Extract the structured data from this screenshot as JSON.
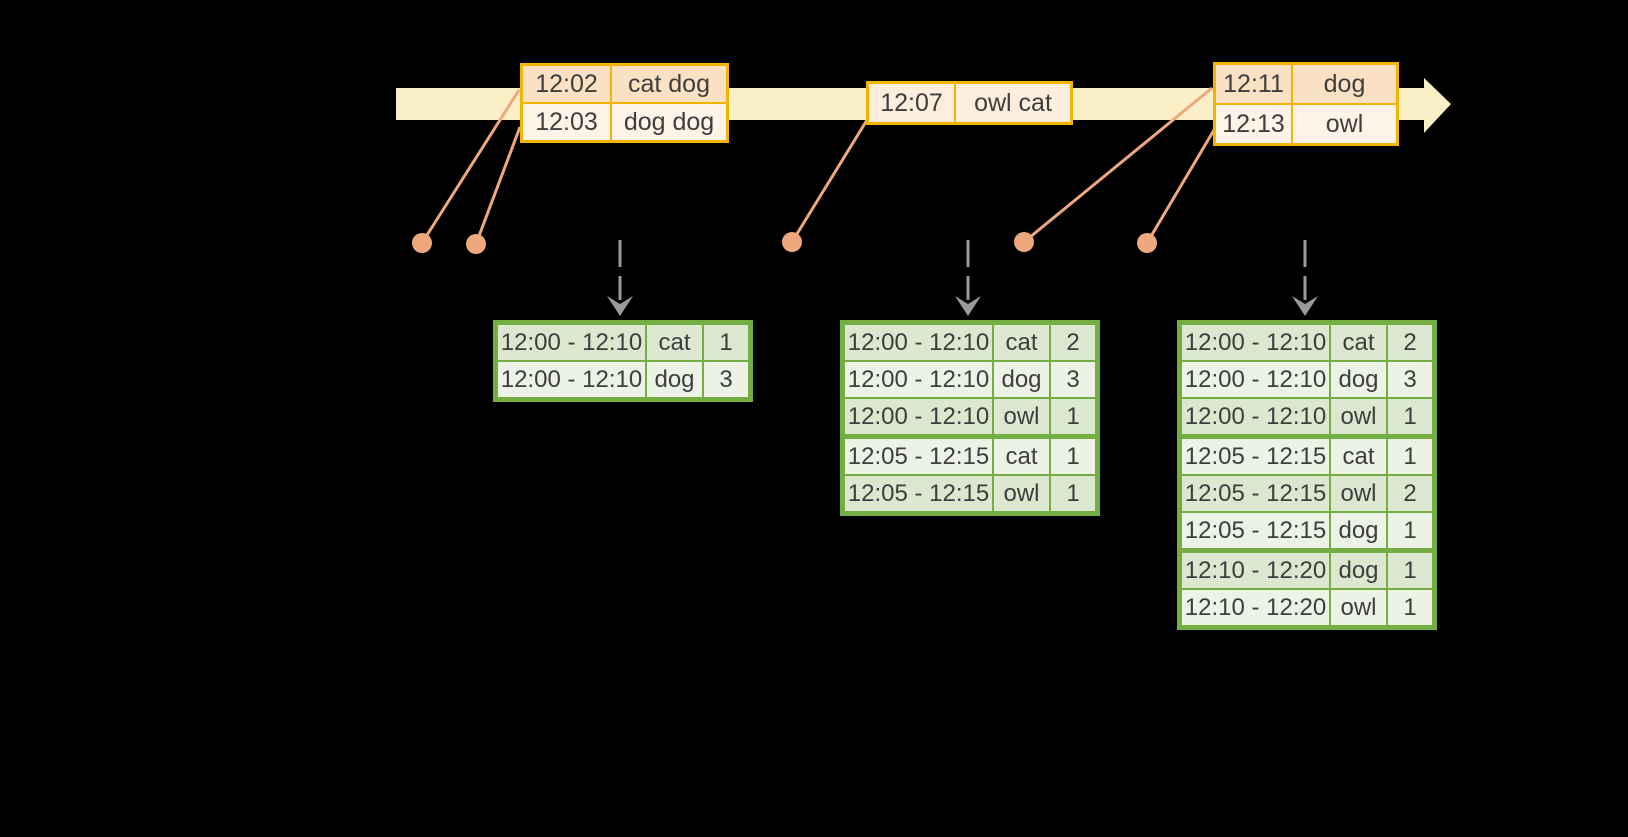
{
  "colors": {
    "bg": "#000000",
    "band": "#FBEFC7",
    "gold": "#F1B500",
    "peach-dark": "#FAE1C3",
    "peach-mid": "#FCEDDC",
    "peach-light": "#FDF3E7",
    "salmon": "#EFA87E",
    "green": "#74AE43",
    "green-dark": "#DCE7D0",
    "green-light": "#EDF2E7",
    "gray": "#9A9A9A",
    "text": "#3E3E3E"
  },
  "timeline": {
    "events": [
      {
        "rows": [
          {
            "time": "12:02",
            "words": "cat dog"
          },
          {
            "time": "12:03",
            "words": "dog dog"
          }
        ]
      },
      {
        "rows": [
          {
            "time": "12:07",
            "words": "owl cat"
          }
        ]
      },
      {
        "rows": [
          {
            "time": "12:11",
            "words": "dog"
          },
          {
            "time": "12:13",
            "words": "owl"
          }
        ]
      }
    ]
  },
  "result_tables": [
    {
      "rows": [
        {
          "window": "12:00 - 12:10",
          "word": "cat",
          "count": "1"
        },
        {
          "window": "12:00 - 12:10",
          "word": "dog",
          "count": "3"
        }
      ]
    },
    {
      "rows": [
        {
          "window": "12:00 - 12:10",
          "word": "cat",
          "count": "2"
        },
        {
          "window": "12:00 - 12:10",
          "word": "dog",
          "count": "3"
        },
        {
          "window": "12:00 - 12:10",
          "word": "owl",
          "count": "1"
        },
        {
          "window": "12:05 - 12:15",
          "word": "cat",
          "count": "1"
        },
        {
          "window": "12:05 - 12:15",
          "word": "owl",
          "count": "1"
        }
      ]
    },
    {
      "rows": [
        {
          "window": "12:00 - 12:10",
          "word": "cat",
          "count": "2"
        },
        {
          "window": "12:00 - 12:10",
          "word": "dog",
          "count": "3"
        },
        {
          "window": "12:00 - 12:10",
          "word": "owl",
          "count": "1"
        },
        {
          "window": "12:05 - 12:15",
          "word": "cat",
          "count": "1"
        },
        {
          "window": "12:05 - 12:15",
          "word": "owl",
          "count": "2"
        },
        {
          "window": "12:05 - 12:15",
          "word": "dog",
          "count": "1"
        },
        {
          "window": "12:10 - 12:20",
          "word": "dog",
          "count": "1"
        },
        {
          "window": "12:10 - 12:20",
          "word": "owl",
          "count": "1"
        }
      ]
    }
  ]
}
